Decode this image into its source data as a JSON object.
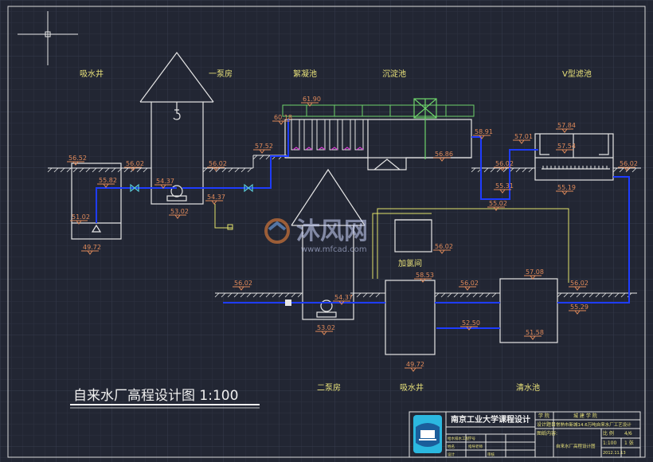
{
  "drawing_title": "自来水厂高程设计图  1:100",
  "structure_labels": {
    "intake_well_top": "吸水井",
    "pump_house_top": "一泵房",
    "flocculation": "絮凝池",
    "sedimentation": "沉淀池",
    "v_filter": "V型滤池",
    "dosing_room": "加氯间",
    "pump_house_bottom": "二泵房",
    "intake_well_bottom": "吸水井",
    "clear_water": "清水池"
  },
  "elevations": {
    "e_56_52": "56.52",
    "e_56_02_a": "56.02",
    "e_55_82": "55.82",
    "e_54_37_a": "54.37",
    "e_53_02_a": "53.02",
    "e_56_02_b": "56.02",
    "e_51_02": "51.02",
    "e_49_72_a": "49.72",
    "e_57_52": "57.52",
    "e_54_37_b": "54.37",
    "e_61_90": "61.90",
    "e_60_18": "60.18",
    "e_56_86": "56.86",
    "e_58_91": "58.91",
    "e_56_02_c": "56.02",
    "e_55_31": "55.31",
    "e_57_01": "57.01",
    "e_57_84": "57.84",
    "e_57_54": "57.54",
    "e_55_19": "55.19",
    "e_56_02_d": "56.02",
    "e_55_02": "55.02",
    "e_56_02_e": "56.02",
    "e_56_02_f": "56.02",
    "e_54_37_c": "54.37",
    "e_53_02_b": "53.02",
    "e_58_53": "58.53",
    "e_56_02_g": "56.02",
    "e_52_50": "52.50",
    "e_49_72_b": "49.72",
    "e_57_08": "57.08",
    "e_51_58": "51.58",
    "e_56_02_h": "56.02",
    "e_55_29": "55.29"
  },
  "title_block": {
    "university": "南京工业大学课程设计",
    "r1_c1": "学 院",
    "r1_c2": "城 建 学 院",
    "r2_c1": "设计题目",
    "r2_c2": "常熟市新城14.6万吨自来水厂工艺设计",
    "r3_c1": "图纸内容:",
    "r3_c2": "自来水厂高程设计图",
    "scale_label": "比 例",
    "scale_value": "1:100",
    "date_value": "2012.11.13",
    "sheet_value": "4/6",
    "sheet_count": "1 张",
    "small1": "给水排水工程",
    "small2": "学号",
    "small3": "姓名",
    "small4": "指导老师",
    "small5": "设计",
    "small6": "审核"
  },
  "watermark": {
    "brand_cn": "沐风网",
    "brand_url": "www.mfcad.com"
  },
  "colors": {
    "background": "#222633",
    "structure": "#e6e6e6",
    "pipe": "#1e3cff",
    "elevation": "#e08a5a",
    "label": "#e9e27a",
    "dosing": "#e3e36b",
    "green": "#6ed36b",
    "magenta": "#d23bd0",
    "cyan": "#59c9d6"
  }
}
